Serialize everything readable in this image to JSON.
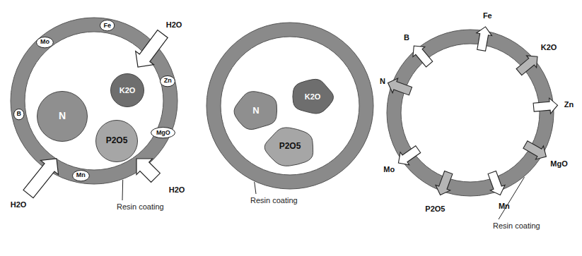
{
  "diagram": {
    "nodes": [
      {
        "text": [
          "Resin coating"
        ]
      },
      {
        "text": [
          "N"
        ],
        "in": 0
      },
      {
        "text": [
          "K2O"
        ],
        "in": 0
      },
      {
        "text": [
          "P2O5"
        ],
        "in": 0
      },
      {
        "text": [
          "Mo"
        ],
        "in": 0
      },
      {
        "text": [
          "Fe"
        ],
        "in": 0
      },
      {
        "text": [
          "Zn"
        ],
        "in": 0
      },
      {
        "text": [
          "MgO"
        ],
        "in": 0
      },
      {
        "text": [
          "Mn"
        ],
        "in": 0
      },
      {
        "text": [
          "B"
        ],
        "in": 0
      },
      {
        "text": [
          "Resin coating"
        ]
      },
      {
        "text": [
          "N"
        ],
        "in": 10
      },
      {
        "text": [
          "K2O"
        ],
        "in": 10
      },
      {
        "text": [
          "P2O5"
        ],
        "in": 10
      },
      {
        "text": [
          "Resin coating"
        ]
      }
    ],
    "labels": [
      "H2O",
      "H2O",
      "H2O",
      "B",
      "Fe",
      "K2O",
      "Zn",
      "N",
      "Mo",
      "P2O5",
      "Mn",
      "MgO"
    ]
  }
}
